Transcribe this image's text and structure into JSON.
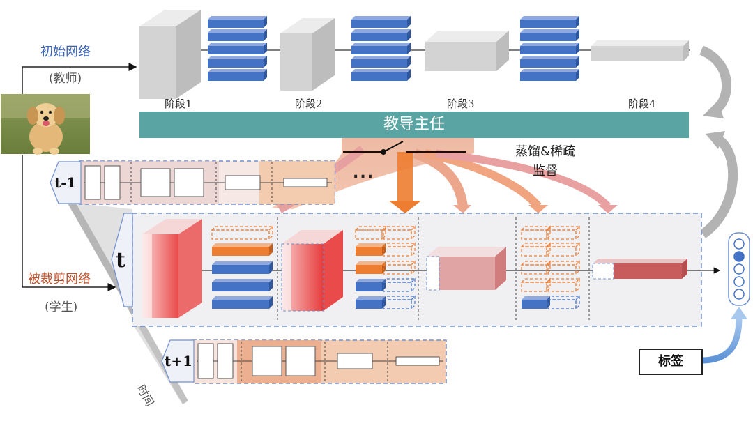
{
  "teacher": {
    "label": "初始网络",
    "sub": "(教师)",
    "stages": [
      "阶段1",
      "阶段2",
      "阶段3",
      "阶段4"
    ]
  },
  "student": {
    "label": "被裁剪网络",
    "sub": "(学生)"
  },
  "banner": {
    "text": "教导主任"
  },
  "distill": {
    "line1": "蒸馏&稀疏",
    "line2": "监督"
  },
  "time_steps": {
    "prev": "t-1",
    "current": "t",
    "next": "t+1",
    "ellipsis": "..."
  },
  "label_box": {
    "text": "标签"
  },
  "axis": {
    "time": "时间"
  },
  "colors": {
    "teacher_block": "#d4d4d4",
    "blue_layer": "#4472c4",
    "orange_layer": "#ed7d31",
    "banner": "#5aa5a3",
    "red_block": "#e05050",
    "panel_border": "#6f8fcf"
  },
  "icons": {
    "input_image": "dog-photo-icon",
    "output_nodes": "output-nodes-icon"
  }
}
